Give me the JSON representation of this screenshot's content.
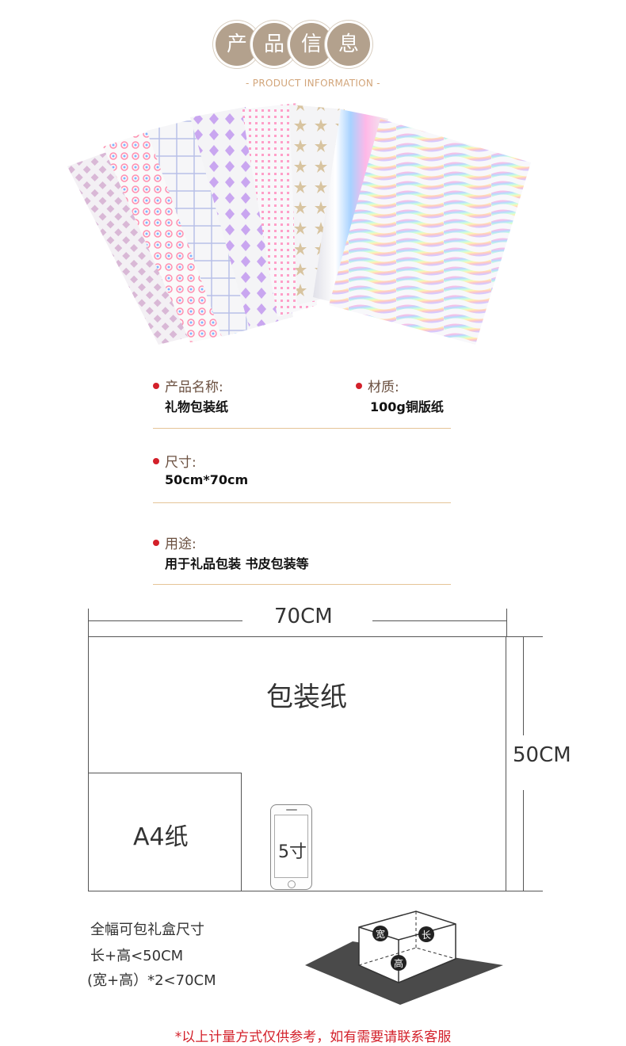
{
  "header": {
    "title_chars": [
      "产",
      "品",
      "信",
      "息"
    ],
    "subtitle": "- PRODUCT INFORMATION -"
  },
  "info": {
    "name_label": "产品名称:",
    "name_value": "礼物包装纸",
    "material_label": "材质:",
    "material_value": "100g铜版纸",
    "size_label": "尺寸:",
    "size_value": "50cm*70cm",
    "usage_label": "用途:",
    "usage_value": "用于礼品包装 书皮包装等"
  },
  "diagram": {
    "width_label": "70CM",
    "height_label": "50CM",
    "paper_label": "包装纸",
    "a4_label": "A4纸",
    "phone_label": "5寸"
  },
  "box_note": {
    "line1": "全幅可包礼盒尺寸",
    "line2": "长+高<50CM",
    "line3": "(宽+高）*2<70CM",
    "box_labels": [
      "宽",
      "长",
      "高"
    ]
  },
  "disclaimer": "*以上计量方式仅供参考，如有需要请联系客服",
  "colors": {
    "title_circle": "#b3a18d",
    "subtitle": "#d2a57a",
    "label": "#6b5040",
    "bullet": "#d3202a",
    "separator": "#e5c497",
    "disclaimer": "#d3202a"
  }
}
